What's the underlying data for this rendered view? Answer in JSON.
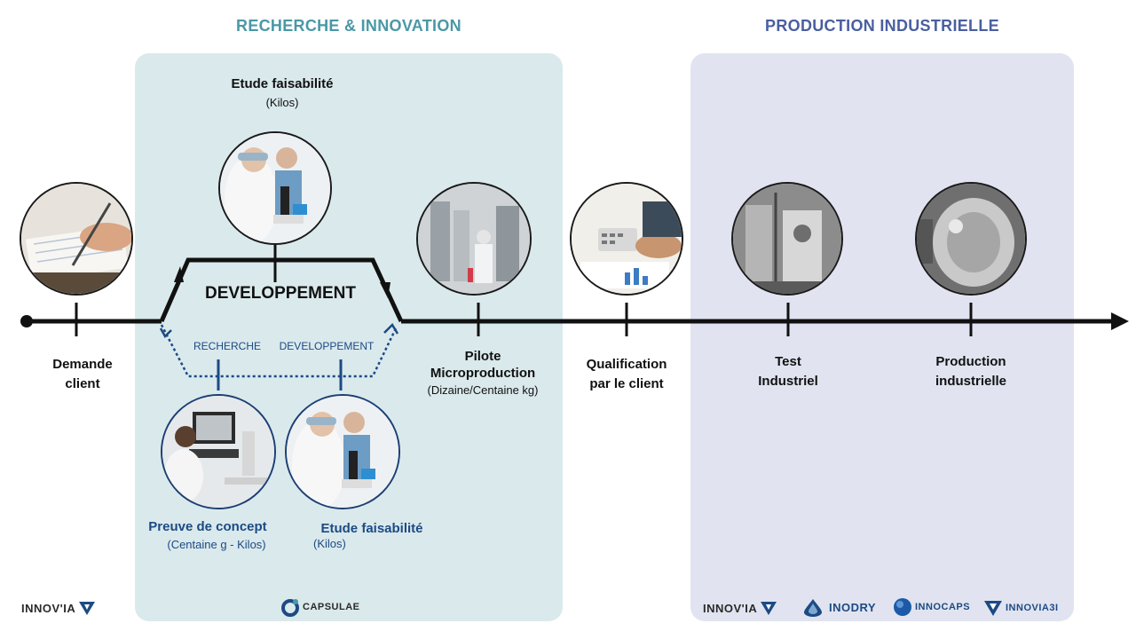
{
  "sections": {
    "recherche": {
      "title": "RECHERCHE & INNOVATION",
      "color": "#4a98a6"
    },
    "production": {
      "title": "PRODUCTION INDUSTRIELLE",
      "color": "#4a5fa0"
    }
  },
  "steps": {
    "demande": {
      "line1": "Demande",
      "line2": "client"
    },
    "etude_top": {
      "title": "Etude faisabilité",
      "detail": "(Kilos)"
    },
    "developpement": "DEVELOPPEMENT",
    "recherche_small": "RECHERCHE",
    "developpement_small": "DEVELOPPEMENT",
    "pilote": {
      "line1": "Pilote",
      "line2": "Microproduction",
      "detail": "(Dizaine/Centaine kg)"
    },
    "qualification": {
      "line1": "Qualification",
      "line2": "par le client"
    },
    "test": {
      "line1": "Test",
      "line2": "Industriel"
    },
    "production": {
      "line1": "Production",
      "line2": "industrielle"
    },
    "preuve": {
      "title": "Preuve de concept",
      "detail": "(Centaine g - Kilos)"
    },
    "etude_bottom": {
      "title": "Etude faisabilité",
      "detail": "(Kilos)"
    }
  },
  "logos": {
    "innovia_left": "INNOV'IA",
    "capsulae": "CAPSULAE",
    "innovia_right": "INNOV'IA",
    "inodry": "INODRY",
    "innocaps": "INNOCAPS",
    "innovia3i": "INNOVIA3I"
  },
  "colors": {
    "line": "#111111",
    "navy": "#1c4a84",
    "accent": "#4a98a6"
  },
  "icons": [
    "writing-hand-photo",
    "microscope-photo",
    "pilot-plant-photo",
    "calculator-photo",
    "industrial-test-photo",
    "industrial-vessel-photo",
    "lab-computer-photo"
  ]
}
